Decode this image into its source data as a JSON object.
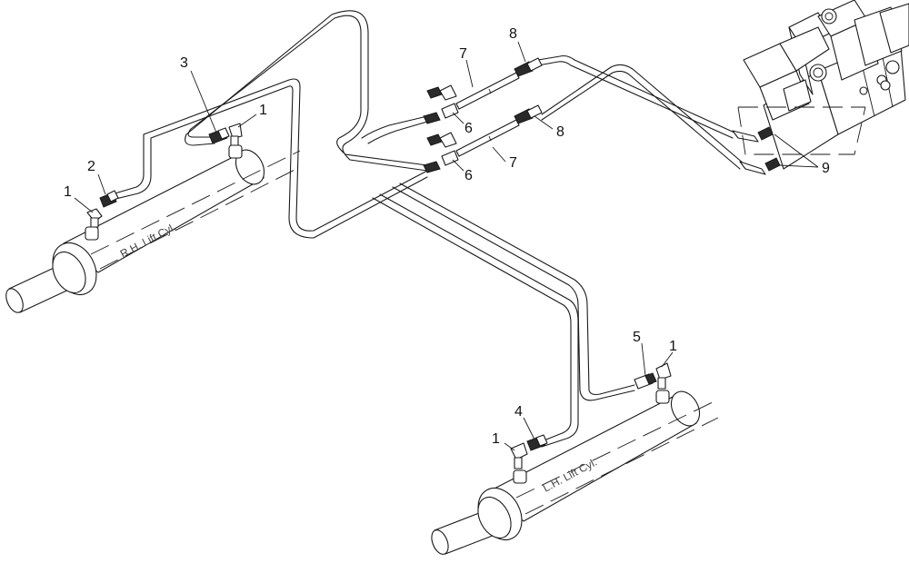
{
  "cylinders": {
    "rh_label": "R.H. Lift Cyl.",
    "lh_label": "L.H. Lift Cyl."
  },
  "callouts": {
    "c1a": "1",
    "c1b": "1",
    "c1c": "1",
    "c1d": "1",
    "c2": "2",
    "c3": "3",
    "c4": "4",
    "c5": "5",
    "c6a": "6",
    "c6b": "6",
    "c7a": "7",
    "c7b": "7",
    "c8a": "8",
    "c8b": "8",
    "c9": "9"
  }
}
